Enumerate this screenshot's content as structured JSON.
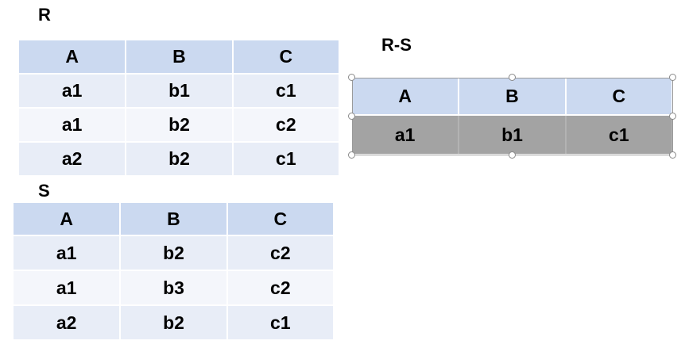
{
  "relations": {
    "r": {
      "name": "R",
      "headers": [
        "A",
        "B",
        "C"
      ],
      "rows": [
        [
          "a1",
          "b1",
          "c1"
        ],
        [
          "a1",
          "b2",
          "c2"
        ],
        [
          "a2",
          "b2",
          "c1"
        ]
      ]
    },
    "s": {
      "name": "S",
      "headers": [
        "A",
        "B",
        "C"
      ],
      "rows": [
        [
          "a1",
          "b2",
          "c2"
        ],
        [
          "a1",
          "b3",
          "c2"
        ],
        [
          "a2",
          "b2",
          "c1"
        ]
      ]
    },
    "rs": {
      "name": "R-S",
      "headers": [
        "A",
        "B",
        "C"
      ],
      "rows": [
        [
          "a1",
          "b1",
          "c1"
        ]
      ]
    }
  },
  "colors": {
    "header_fill": "#cbd9f0",
    "row_fill_light": "#e8edf7",
    "row_fill_lighter": "#f4f6fb",
    "result_row_fill": "#a3a3a3"
  }
}
